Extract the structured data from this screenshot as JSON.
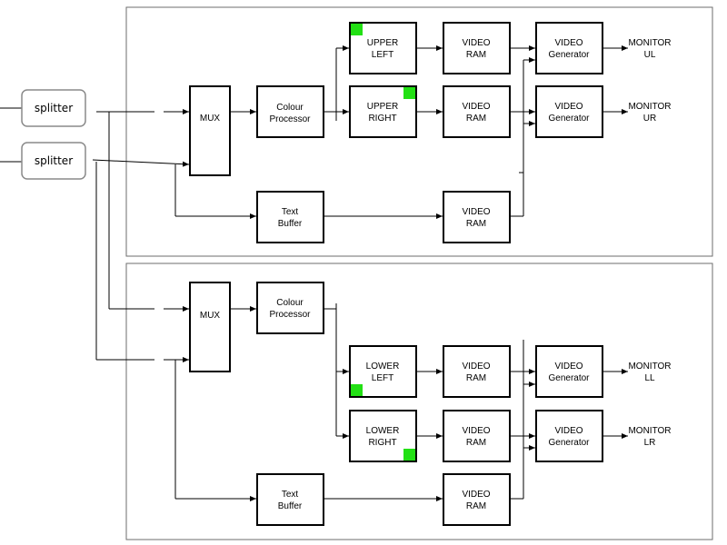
{
  "colors": {
    "quadrant_marker": "#22e014",
    "frame": "#6e6e6e",
    "block_border": "#000000"
  },
  "splitters": [
    {
      "id": "splitter-1",
      "label": "splitter"
    },
    {
      "id": "splitter-2",
      "label": "splitter"
    }
  ],
  "top": {
    "mux": {
      "label": "MUX"
    },
    "colour_processor": {
      "line1": "Colour",
      "line2": "Processor"
    },
    "text_buffer": {
      "line1": "Text",
      "line2": "Buffer"
    },
    "upper_left": {
      "line1": "UPPER",
      "line2": "LEFT"
    },
    "upper_right": {
      "line1": "UPPER",
      "line2": "RIGHT"
    },
    "vram_1": {
      "line1": "VIDEO",
      "line2": "RAM"
    },
    "vram_2": {
      "line1": "VIDEO",
      "line2": "RAM"
    },
    "vram_3": {
      "line1": "VIDEO",
      "line2": "RAM"
    },
    "vgen_1": {
      "line1": "VIDEO",
      "line2": "Generator"
    },
    "vgen_2": {
      "line1": "VIDEO",
      "line2": "Generator"
    },
    "monitor_ul": {
      "line1": "MONITOR",
      "line2": "UL"
    },
    "monitor_ur": {
      "line1": "MONITOR",
      "line2": "UR"
    }
  },
  "bottom": {
    "mux": {
      "label": "MUX"
    },
    "colour_processor": {
      "line1": "Colour",
      "line2": "Processor"
    },
    "text_buffer": {
      "line1": "Text",
      "line2": "Buffer"
    },
    "lower_left": {
      "line1": "LOWER",
      "line2": "LEFT"
    },
    "lower_right": {
      "line1": "LOWER",
      "line2": "RIGHT"
    },
    "vram_1": {
      "line1": "VIDEO",
      "line2": "RAM"
    },
    "vram_2": {
      "line1": "VIDEO",
      "line2": "RAM"
    },
    "vram_3": {
      "line1": "VIDEO",
      "line2": "RAM"
    },
    "vgen_1": {
      "line1": "VIDEO",
      "line2": "Generator"
    },
    "vgen_2": {
      "line1": "VIDEO",
      "line2": "Generator"
    },
    "monitor_ll": {
      "line1": "MONITOR",
      "line2": "LL"
    },
    "monitor_lr": {
      "line1": "MONITOR",
      "line2": "LR"
    }
  }
}
